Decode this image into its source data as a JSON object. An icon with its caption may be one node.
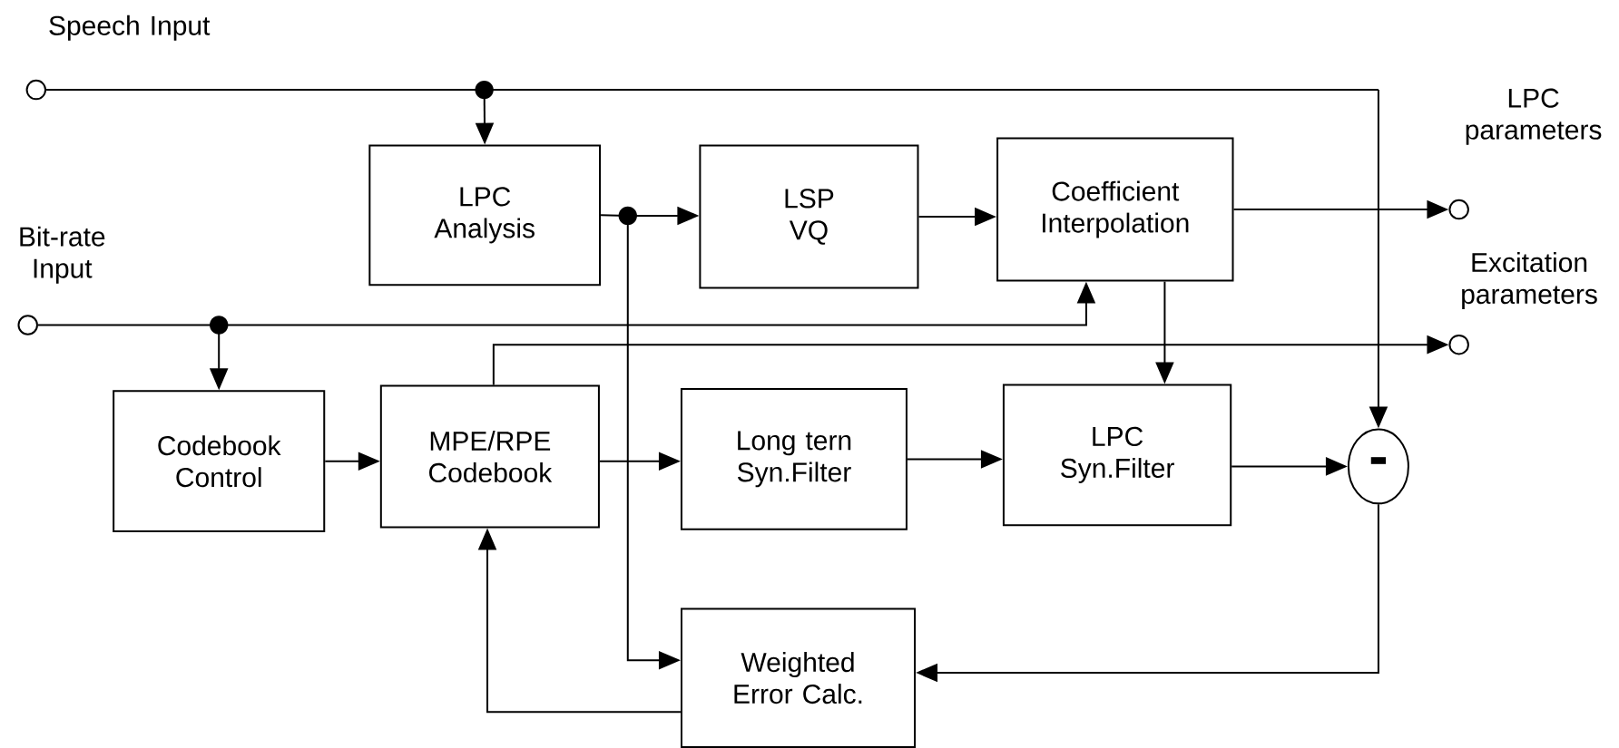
{
  "diagram": {
    "nodes": [
      {
        "text": [],
        "shape": "circle",
        "beside": [
          "Speech Input"
        ]
      },
      {
        "text": [
          "LPC Analysis"
        ]
      },
      {
        "text": [
          "LSP VQ"
        ]
      },
      {
        "text": [
          "Coefficient Interpolation"
        ]
      },
      {
        "text": [],
        "shape": "circle",
        "beside": [
          "LPC parameters"
        ]
      },
      {
        "text": [],
        "shape": "circle",
        "beside": [
          "Bit-rate Input"
        ]
      },
      {
        "text": [],
        "shape": "circle",
        "beside": [
          "Excitation parameters"
        ]
      },
      {
        "text": [
          "Codebook Control"
        ]
      },
      {
        "text": [
          "MPE/RPE Codebook"
        ]
      },
      {
        "text": [
          "Long tern Syn.Filter"
        ]
      },
      {
        "text": [
          "LPC Syn.Filter"
        ]
      },
      {
        "text": [
          "-"
        ]
      },
      {
        "text": [
          "Weighted Error Calc."
        ]
      }
    ],
    "edges": [
      {
        "from": 0,
        "to": 1,
        "arrow": "to"
      },
      {
        "from": 0,
        "to": 11,
        "arrow": "to"
      },
      {
        "from": 1,
        "to": 2,
        "arrow": "to"
      },
      {
        "from": 1,
        "to": 12,
        "arrow": "to"
      },
      {
        "from": 2,
        "to": 3,
        "arrow": "to"
      },
      {
        "from": 3,
        "to": 4,
        "arrow": "to"
      },
      {
        "from": 3,
        "to": 10,
        "arrow": "to"
      },
      {
        "from": 5,
        "to": 7,
        "arrow": "to"
      },
      {
        "from": 5,
        "to": 3,
        "arrow": "to"
      },
      {
        "from": 8,
        "to": 6,
        "arrow": "to"
      },
      {
        "from": 7,
        "to": 8,
        "arrow": "to"
      },
      {
        "from": 8,
        "to": 9,
        "arrow": "to"
      },
      {
        "from": 9,
        "to": 10,
        "arrow": "to"
      },
      {
        "from": 10,
        "to": 11,
        "arrow": "to"
      },
      {
        "from": 11,
        "to": 12,
        "arrow": "to"
      },
      {
        "from": 12,
        "to": 8,
        "arrow": "to"
      }
    ]
  }
}
